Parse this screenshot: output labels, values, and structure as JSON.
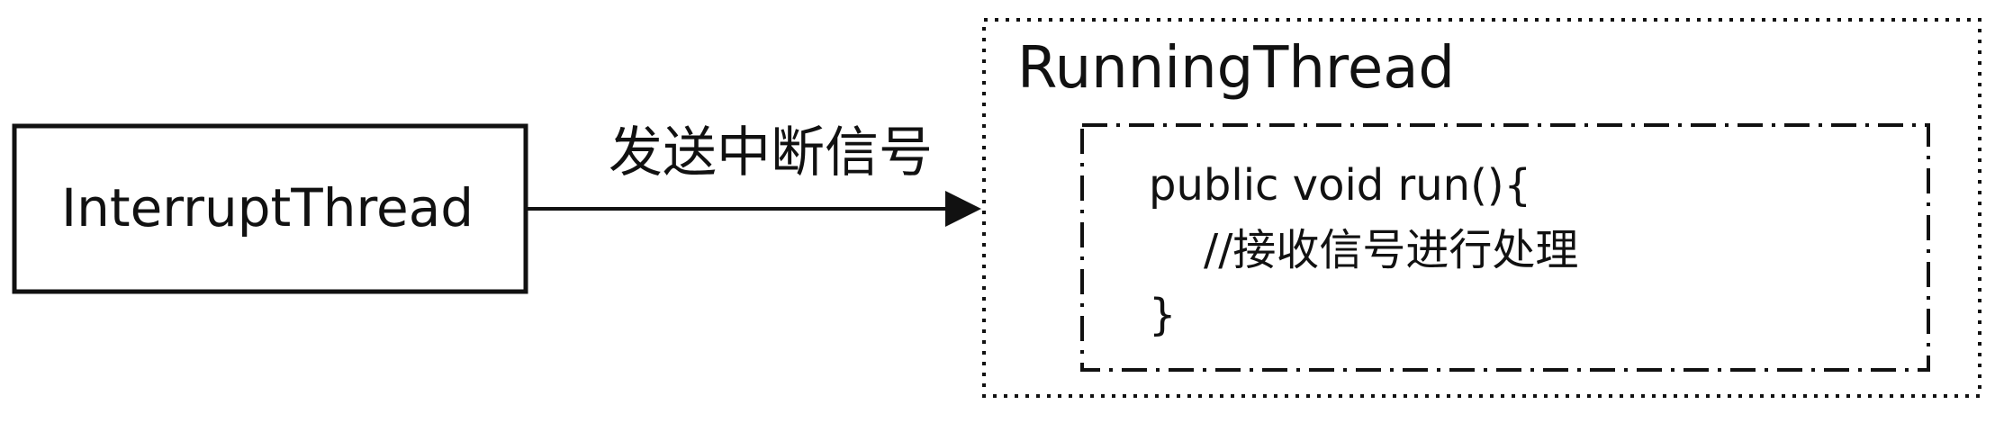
{
  "nodes": {
    "interrupt_thread": {
      "label": "InterruptThread"
    },
    "running_thread": {
      "label": "RunningThread",
      "code": {
        "line1": "public void run(){",
        "line2": "    //接收信号进行处理",
        "line3": "}"
      }
    }
  },
  "edge": {
    "label": "发送中断信号"
  },
  "colors": {
    "stroke": "#111111",
    "background": "#ffffff"
  }
}
